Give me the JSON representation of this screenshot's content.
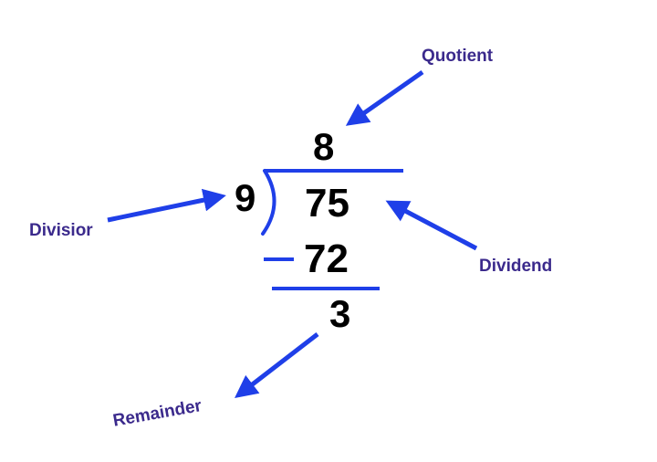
{
  "problem": {
    "quotient": "8",
    "divisor": "9",
    "dividend": "75",
    "subtracted": "72",
    "remainder": "3"
  },
  "labels": {
    "quotient": "Quotient",
    "divisor": "Divisior",
    "dividend": "Dividend",
    "remainder": "Remainder"
  },
  "colors": {
    "arrow": "#1f3fe8",
    "label": "#3b2a8c",
    "digits": "#000000",
    "lines": "#1f3fe8"
  }
}
